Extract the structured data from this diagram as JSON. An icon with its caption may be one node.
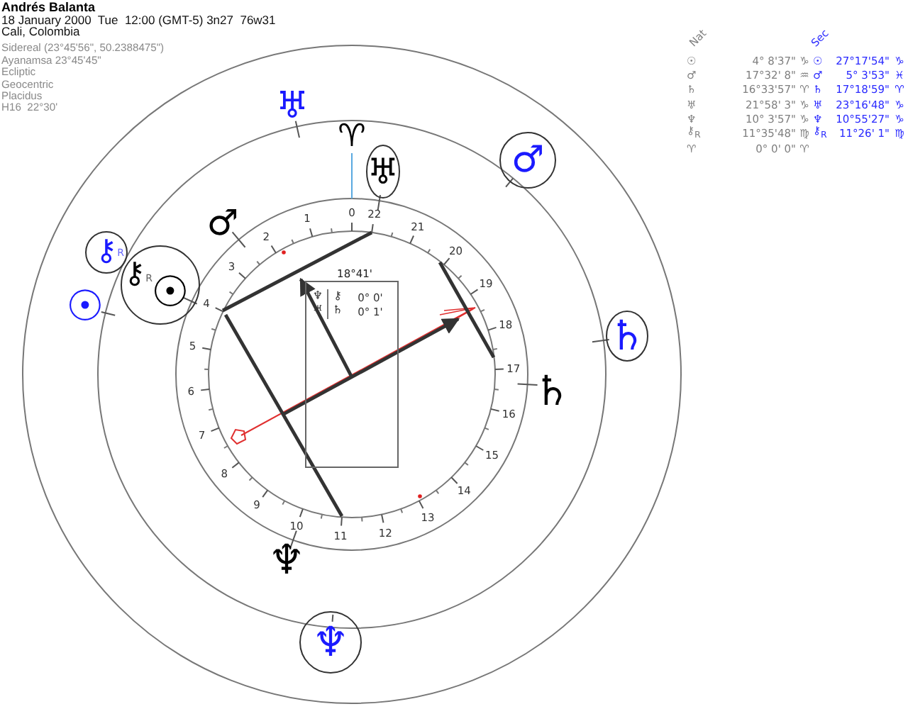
{
  "diagram": {
    "title": "Andrés Balanta",
    "nodes": [
      {
        "text": [
          "♅"
        ]
      },
      {
        "text": [
          "♂"
        ]
      },
      {
        "text": [
          "⚷",
          "R"
        ]
      },
      {
        "text": [
          "⚷",
          "R",
          "☉"
        ]
      },
      {
        "text": [
          "♄"
        ]
      },
      {
        "text": [
          "18°41'",
          "♆",
          "⚷",
          "0° 0'",
          "♅",
          "♄",
          "0° 1'"
        ]
      },
      {
        "text": [
          "♆"
        ]
      }
    ],
    "labels": [
      "18 January 2000  Tue  12:00 (GMT-5) 3n27  76w31",
      "Cali, Colombia",
      "Sidereal (23°45'56\", 50.2388475\")",
      "Ayanamsa 23°45'45\"",
      "Ecliptic",
      "Geocentric",
      "Placidus",
      "H16  22°30'",
      "Nat",
      "Sec",
      "☉",
      "4° 8'37\"",
      "♑",
      "☉",
      "27°17'54\"",
      "♑",
      "♂",
      "17°32' 8\"",
      "♒",
      "♂",
      "5° 3'53\"",
      "♓",
      "♄",
      "16°33'57\"",
      "♈",
      "♄",
      "17°18'59\"",
      "♈",
      "♅",
      "21°58' 3\"",
      "♑",
      "♅",
      "23°16'48\"",
      "♑",
      "♆",
      "10° 3'57\"",
      "♑",
      "♆",
      "10°55'27\"",
      "♑",
      "⚷$_{R}$",
      "11°35'48\"",
      "♍",
      "⚷$_{R}$",
      "11°26' 1\"",
      "♍",
      "♈",
      "0° 0' 0\"",
      "♈",
      "♅",
      "♈",
      "♂",
      "☉",
      "♄",
      "♆",
      "0",
      "1",
      "2",
      "3",
      "4",
      "5",
      "6",
      "7",
      "8",
      "9",
      "10",
      "11",
      "12",
      "13",
      "14",
      "15",
      "16",
      "17",
      "18",
      "19",
      "20",
      "21",
      "22"
    ]
  }
}
